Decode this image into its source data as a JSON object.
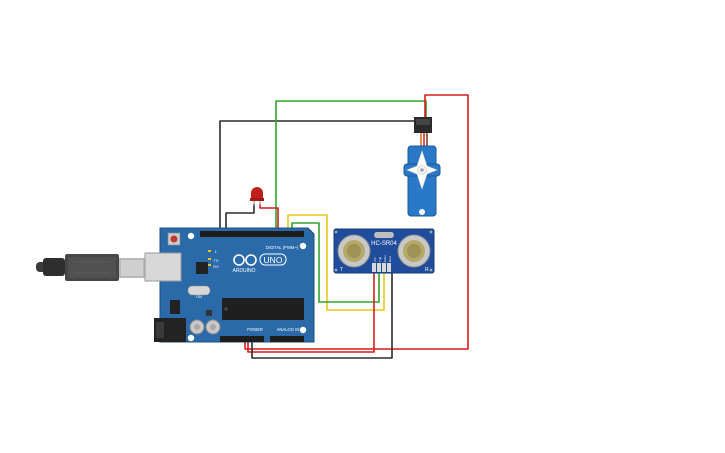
{
  "colors": {
    "background": "#ffffff",
    "board": "#2a6aa8",
    "board_edge": "#1d4f80",
    "sensor": "#1f4d9c",
    "servo": "#2a78c8",
    "wire_red": "#d81b1b",
    "wire_black": "#2b2b2b",
    "wire_green": "#2fa531",
    "wire_yellow": "#e9c71a",
    "wire_orange": "#d96c1a",
    "led": "#c0201c"
  },
  "arduino": {
    "brand": "ARDUINO",
    "model": "UNO",
    "digital_label": "DIGITAL (PWM~)",
    "power_label": "POWER",
    "analog_label": "ANALOG IN",
    "on_label": "ON",
    "tx_label": "TX",
    "rx_label": "RX",
    "l_label": "L",
    "icon": "arduino-infinity-icon"
  },
  "sensor": {
    "name": "HC-SR04",
    "t_label": "T",
    "r_label": "R",
    "pins": [
      "Vcc",
      "Trig",
      "Echo",
      "Gnd"
    ]
  },
  "servo": {
    "icon": "servo-motor-icon"
  },
  "led": {
    "icon": "red-led-icon"
  },
  "usb": {
    "icon": "usb-cable-icon"
  }
}
